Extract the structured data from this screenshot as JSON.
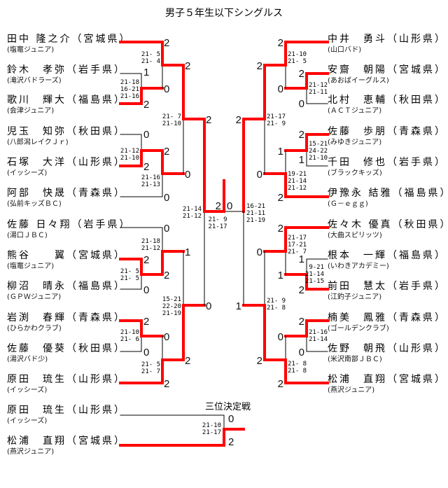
{
  "title": "男子５年生以下シングルス",
  "colors": {
    "winner_line": "#ff0000",
    "loser_line": "#000000"
  },
  "left_players": [
    {
      "name": "田中 隆之介",
      "pref": "（宮城県）",
      "club": "(塩竈ジュニア)"
    },
    {
      "name": "鈴木　孝弥",
      "pref": "（岩手県）",
      "club": "(滝沢バドラーズ)"
    },
    {
      "name": "歌川　輝大",
      "pref": "（福島県）",
      "club": "(会津ジュニア)"
    },
    {
      "name": "児玉　知弥",
      "pref": "（秋田県）",
      "club": "(八郎潟レイクＪｒ)"
    },
    {
      "name": "石塚　大洋",
      "pref": "（山形県）",
      "club": "(イッシーズ)"
    },
    {
      "name": "阿部　快晟",
      "pref": "（青森県）",
      "club": "(弘前キッズＢＣ)"
    },
    {
      "name": "佐藤 日々翔",
      "pref": "（岩手県）",
      "club": "(湯口ＪＢＣ)"
    },
    {
      "name": "熊谷　　翼",
      "pref": "（宮城県）",
      "club": "(塩竈ジュニア)"
    },
    {
      "name": "柳沼　晴永",
      "pref": "（福島県）",
      "club": "(ＧＰＷジュニア)"
    },
    {
      "name": "岩渕　春輝",
      "pref": "（青森県）",
      "club": "(ひらかわクラブ)"
    },
    {
      "name": "佐藤　優葵",
      "pref": "（秋田県）",
      "club": "(湯沢バド少)"
    },
    {
      "name": "原田　琉生",
      "pref": "（山形県）",
      "club": "(イッシーズ)"
    }
  ],
  "right_players": [
    {
      "name": "中井　勇斗",
      "pref": "（山形県）",
      "club": "(山口バド)"
    },
    {
      "name": "安齋　朝陽",
      "pref": "（宮城県）",
      "club": "(あおばイーグルス)"
    },
    {
      "name": "北村　恵輔",
      "pref": "（秋田県）",
      "club": "(ＡＣＴジュニア)"
    },
    {
      "name": "佐藤　歩朋",
      "pref": "（青森県）",
      "club": "(みゆきジュニア)"
    },
    {
      "name": "千田　修也",
      "pref": "（岩手県）",
      "club": "(ブラックキッズ)"
    },
    {
      "name": "伊豫永 結雅",
      "pref": "（福島県）",
      "club": "(Ｇ－ｅｇｇ)"
    },
    {
      "name": "佐々木 優真",
      "pref": "（秋田県）",
      "club": "(大曲スピリッツ)"
    },
    {
      "name": "根本　一輝",
      "pref": "（福島県）",
      "club": "(いわきアカデミー)"
    },
    {
      "name": "前田　慧太",
      "pref": "（岩手県）",
      "club": "(江釣子ジュニア)"
    },
    {
      "name": "楠美　鳳雅",
      "pref": "（青森県）",
      "club": "(ゴールデンクラブ)"
    },
    {
      "name": "佐野　朝飛",
      "pref": "（山形県）",
      "club": "(米沢南部ＪＢＣ)"
    },
    {
      "name": "松浦　直翔",
      "pref": "（宮城県）",
      "club": "(燕沢ジュニア)"
    }
  ],
  "third_place": {
    "label": "三位決定戦",
    "players": [
      {
        "name": "原田　琉生",
        "pref": "（山形県）",
        "club": "(イッシーズ)"
      },
      {
        "name": "松浦　直翔",
        "pref": "（宮城県）",
        "club": "(燕沢ジュニア)"
      }
    ],
    "scores": [
      "0",
      "2"
    ],
    "games": [
      "21-10",
      "21-17"
    ]
  },
  "left_matches": [
    {
      "id": "L1",
      "scores": [
        "1",
        "2"
      ],
      "games": [
        "21-18",
        "16-21",
        "21-16"
      ]
    },
    {
      "id": "L2",
      "scores": [
        "2",
        "0"
      ],
      "games": [
        "21- 5",
        "21- 4"
      ]
    },
    {
      "id": "L3",
      "scores": [
        "0",
        "2"
      ],
      "games": [
        "21-12",
        "21-10"
      ]
    },
    {
      "id": "L4",
      "scores": [
        "2",
        "0"
      ],
      "games": [
        "21-16",
        "21-13"
      ]
    },
    {
      "id": "L5",
      "scores": [
        "2",
        "0"
      ],
      "games": [
        "21- 7",
        "21-10"
      ]
    },
    {
      "id": "L6",
      "scores": [
        "2",
        "0"
      ],
      "games": [
        "21- 5",
        "21- 5"
      ]
    },
    {
      "id": "L7",
      "scores": [
        "0",
        "2"
      ],
      "games": [
        "21-18",
        "21-12"
      ]
    },
    {
      "id": "L8",
      "scores": [
        "2",
        "0"
      ],
      "games": [
        "21-10",
        "21- 6"
      ]
    },
    {
      "id": "L9",
      "scores": [
        "0",
        "2"
      ],
      "games": [
        "21- 5",
        "21- 7"
      ]
    },
    {
      "id": "L10",
      "scores": [
        "1",
        "2"
      ],
      "games": [
        "15-21",
        "22-20",
        "21-19"
      ]
    },
    {
      "id": "L11",
      "scores": [
        "2",
        "0"
      ],
      "games": [
        "21-14",
        "21-12"
      ]
    }
  ],
  "right_matches": [
    {
      "id": "R1",
      "scores": [
        "2",
        "0"
      ],
      "games": [
        "21-12",
        "21-11"
      ]
    },
    {
      "id": "R2",
      "scores": [
        "2",
        "0"
      ],
      "games": [
        "21-10",
        "21- 5"
      ]
    },
    {
      "id": "R3",
      "scores": [
        "2",
        "1"
      ],
      "games": [
        "15-21",
        "24-22",
        "21-10"
      ]
    },
    {
      "id": "R4",
      "scores": [
        "1",
        "2"
      ],
      "games": [
        "19-21",
        "21-14",
        "21-12"
      ]
    },
    {
      "id": "R5",
      "scores": [
        "2",
        "0"
      ],
      "games": [
        "21-17",
        "21- 9"
      ]
    },
    {
      "id": "R6",
      "scores": [
        "1",
        "2"
      ],
      "games": [
        "9-21",
        "21-14",
        "21-15"
      ]
    },
    {
      "id": "R7",
      "scores": [
        "2",
        "1"
      ],
      "games": [
        "21-17",
        "17-21",
        "21- 7"
      ]
    },
    {
      "id": "R8",
      "scores": [
        "2",
        "0"
      ],
      "games": [
        "21-16",
        "21-14"
      ]
    },
    {
      "id": "R9",
      "scores": [
        "0",
        "2"
      ],
      "games": [
        "21- 8",
        "21- 8"
      ]
    },
    {
      "id": "R10",
      "scores": [
        "0",
        "2"
      ],
      "games": [
        "21- 9",
        "21- 8"
      ]
    },
    {
      "id": "R11",
      "scores": [
        "2",
        "1"
      ],
      "games": [
        "16-21",
        "21-11",
        "21-19"
      ]
    }
  ],
  "final": {
    "scores": [
      "2",
      "0"
    ],
    "games": [
      "21- 9",
      "21-17"
    ]
  }
}
